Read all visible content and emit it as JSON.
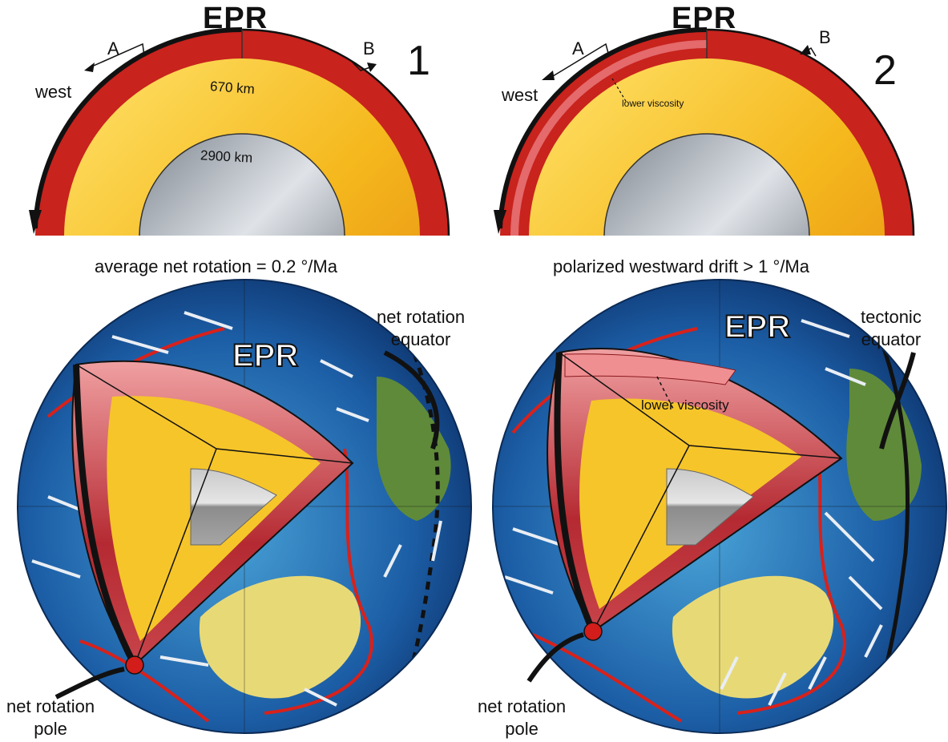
{
  "panel1": {
    "ridge": "EPR",
    "number": "1",
    "label_a": "A",
    "label_b": "B",
    "west": "west",
    "depth_upper": "670 km",
    "depth_core": "2900 km",
    "caption": "average net rotation = 0.2 °/Ma"
  },
  "panel2": {
    "ridge": "EPR",
    "number": "2",
    "label_a": "A",
    "label_b": "B",
    "west": "west",
    "viscosity": "lower viscosity",
    "caption": "polarized westward drift > 1 °/Ma"
  },
  "globe1": {
    "ridge": "EPR",
    "equator_label": "net rotation\nequator",
    "pole_label": "net rotation\npole"
  },
  "globe2": {
    "ridge": "EPR",
    "viscosity": "lower viscosity",
    "equator_label": "tectonic\nequator",
    "pole_label": "net rotation\npole"
  },
  "colors": {
    "lithosphere": "#c8231d",
    "mantle": "#f2b21a",
    "core": "#b4bac2",
    "ocean": "#1f5fa8",
    "plate_boundary": "#d8211b"
  }
}
